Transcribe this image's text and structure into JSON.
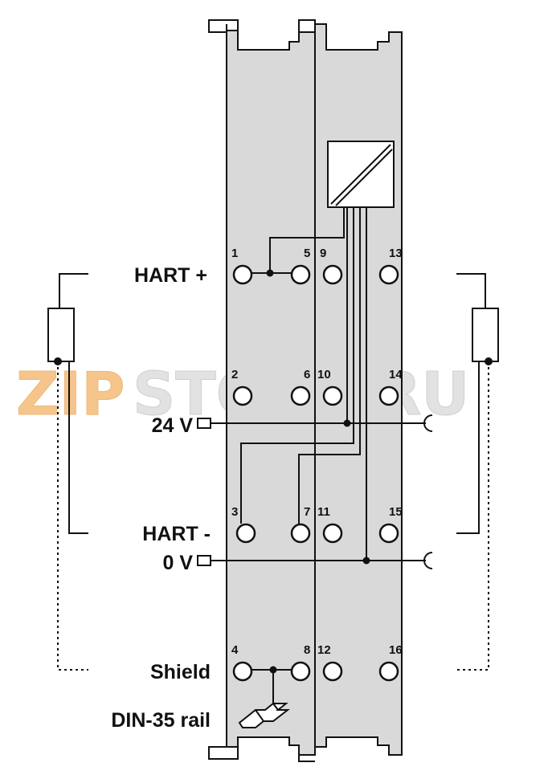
{
  "watermark": {
    "part1": "ZIP",
    "part2": "STORE.RU",
    "color1": "#f0a040",
    "color2": "#c8c8c8"
  },
  "colors": {
    "module_fill": "#d9d9d9",
    "line": "#111111"
  },
  "labels": {
    "hart_plus": "HART +",
    "v24": "24 V",
    "hart_minus": "HART -",
    "v0": "0 V",
    "shield": "Shield",
    "din_rail": "DIN-35 rail"
  },
  "terminals": [
    "1",
    "2",
    "3",
    "4",
    "5",
    "6",
    "7",
    "8",
    "9",
    "10",
    "11",
    "12",
    "13",
    "14",
    "15",
    "16"
  ]
}
